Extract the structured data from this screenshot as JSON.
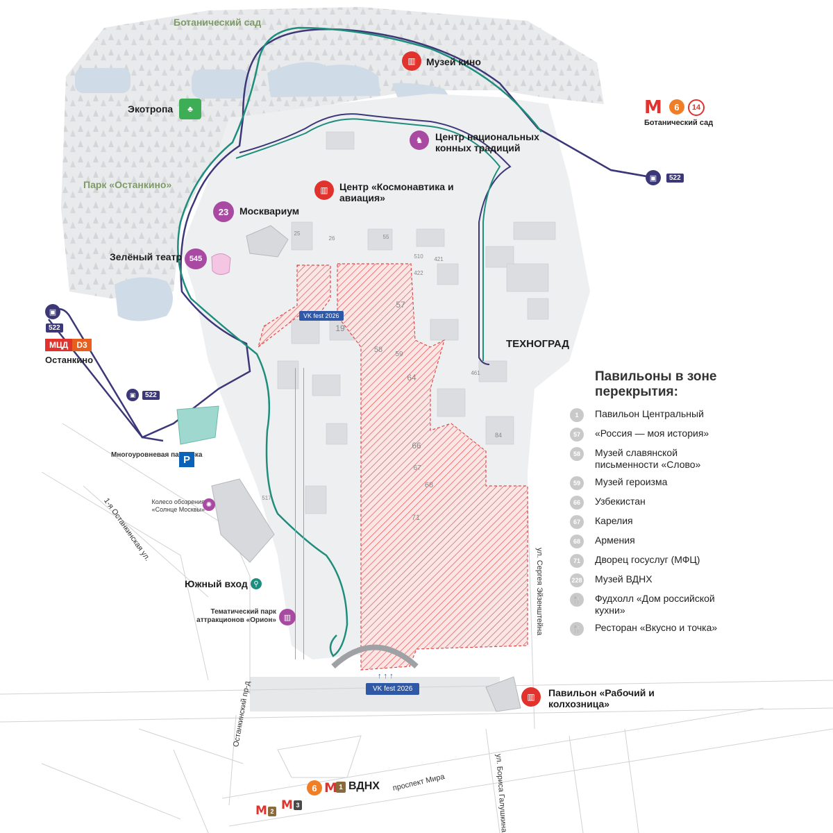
{
  "map": {
    "areas": {
      "botanical_garden": "Ботанический сад",
      "park_ostankino": "Парк «Останкино»"
    },
    "pois": {
      "film_museum": "Музей кино",
      "ecotrail": "Экотропа",
      "horse_center": "Центр национальных конных традиций",
      "cosmonautics": "Центр «Космонавтика и авиация»",
      "moskvarium_num": "23",
      "moskvarium": "Москвариум",
      "green_theatre_num": "545",
      "green_theatre": "Зелёный театр",
      "technograd": "ТЕХНОГРАД",
      "parking": "Многоуровневая парковка",
      "ferris_wheel": "Колесо обозрения «Солнце Москвы»",
      "south_entrance": "Южный вход",
      "theme_park": "Тематический парк аттракционов «Орион»",
      "worker_pavilion": "Павильон «Рабочий и колхозница»"
    },
    "transit": {
      "metro_botanical_lines": [
        "6",
        "14"
      ],
      "metro_botanical_name": "Ботанический сад",
      "bus_route": "522",
      "mcd_label": "МЦД",
      "mcd_line": "D3",
      "ostankino_station": "Останкино",
      "vdnh_station": "ВДНХ",
      "vdnh_lines": [
        "6",
        "1"
      ],
      "south_lines": [
        "2",
        "3"
      ]
    },
    "streets": {
      "ostankinskaya": "1-я Останкинская ул.",
      "ostankinsky_pr": "Останкинский пр-д",
      "eisenstein": "ул. Сергея Эйзенштейна",
      "mira": "проспект Мира",
      "galushkina": "ул. Бориса Галушкина"
    },
    "vk_fest_tags": [
      "VK fest 2026",
      "VK fest 2026"
    ],
    "building_numbers": [
      "19",
      "57",
      "58",
      "59",
      "64",
      "66",
      "67",
      "68",
      "71",
      "84",
      "25",
      "26",
      "55",
      "510",
      "421",
      "422",
      "461",
      "517"
    ]
  },
  "legend": {
    "title": "Павильоны в зоне перекрытия:",
    "items": [
      {
        "num": "1",
        "text": "Павильон Центральный"
      },
      {
        "num": "57",
        "text": "«Россия — моя история»"
      },
      {
        "num": "58",
        "text": "Музей славянской письменности «Слово»"
      },
      {
        "num": "59",
        "text": "Музей героизма"
      },
      {
        "num": "66",
        "text": "Узбекистан"
      },
      {
        "num": "67",
        "text": "Карелия"
      },
      {
        "num": "68",
        "text": "Армения"
      },
      {
        "num": "71",
        "text": "Дворец госуслуг (МФЦ)"
      },
      {
        "num": "228",
        "text": "Музей ВДНХ"
      },
      {
        "num": "fork-icon",
        "text": "Фудхолл «Дом российской кухни»"
      },
      {
        "num": "fork-icon",
        "text": "Ресторан «Вкусно и точка»"
      }
    ]
  },
  "colors": {
    "metro_red": "#e1322d",
    "line6_orange": "#f07e26",
    "mcd_orange": "#e75f1c",
    "route_dark": "#3c3878",
    "route_teal": "#1e8d7c",
    "closure_red": "#e04848",
    "poi_purple": "#a84aa1",
    "parking_blue": "#0a63b8",
    "park_green_text": "#7d9a68"
  }
}
